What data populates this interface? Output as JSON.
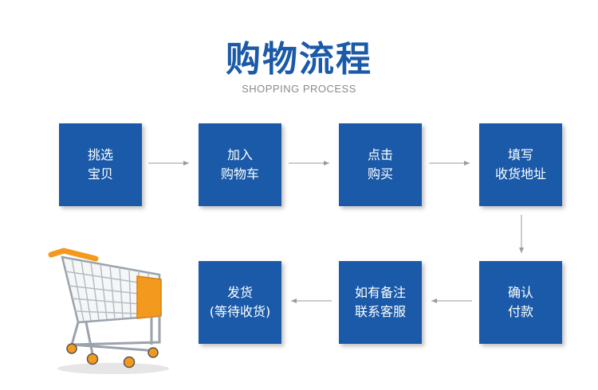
{
  "header": {
    "title": "购物流程",
    "subtitle": "SHOPPING PROCESS"
  },
  "steps": [
    {
      "line1": "挑选",
      "line2": "宝贝"
    },
    {
      "line1": "加入",
      "line2": "购物车"
    },
    {
      "line1": "点击",
      "line2": "购买"
    },
    {
      "line1": "填写",
      "line2": "收货地址"
    },
    {
      "line1": "确认",
      "line2": "付款"
    },
    {
      "line1": "如有备注",
      "line2": "联系客服"
    },
    {
      "line1": "发货",
      "line2": "(等待收货)"
    }
  ],
  "colors": {
    "box": "#1a5aa8",
    "arrow": "#9a9a9a",
    "cart_accent": "#f39a1e"
  },
  "illustration": "shopping-cart-icon"
}
